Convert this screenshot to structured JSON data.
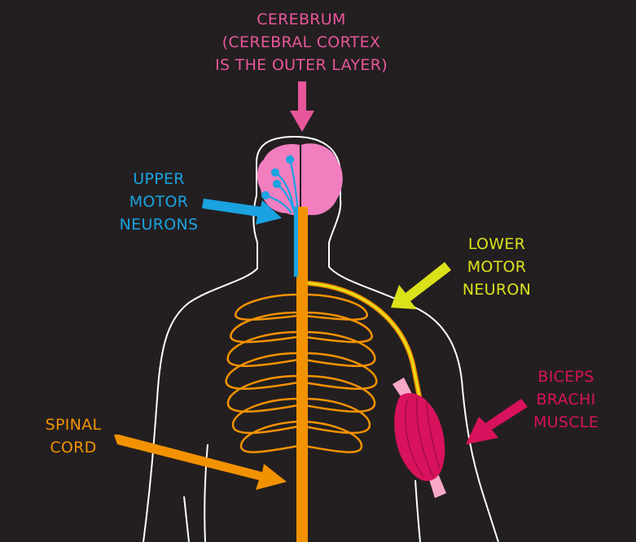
{
  "labels": {
    "cerebrum": {
      "lines": [
        "CEREBRUM",
        "(CEREBRAL CORTEX",
        "IS THE OUTER LAYER)"
      ],
      "color": "#e8569b"
    },
    "upper_motor_neurons": {
      "lines": [
        "UPPER",
        "MOTOR",
        "NEURONS"
      ],
      "color": "#1aa3e0"
    },
    "lower_motor_neuron": {
      "lines": [
        "LOWER",
        "MOTOR",
        "NEURON"
      ],
      "color": "#dbe21a"
    },
    "biceps_brachi_muscle": {
      "lines": [
        "BICEPS",
        "BRACHI",
        "MUSCLE"
      ],
      "color": "#d8125c"
    },
    "spinal_cord": {
      "lines": [
        "SPINAL",
        "CORD"
      ],
      "color": "#f39200"
    }
  },
  "colors": {
    "background": "#231f20",
    "body_outline": "#ffffff",
    "brain": "#f27ec0",
    "spinal_cord": "#f39200",
    "ribs": "#f39200",
    "lower_neuron": "#e6e21a",
    "muscle": "#d8125c",
    "tendon": "#f7a8c8",
    "upper_neuron": "#1aa3e0"
  }
}
